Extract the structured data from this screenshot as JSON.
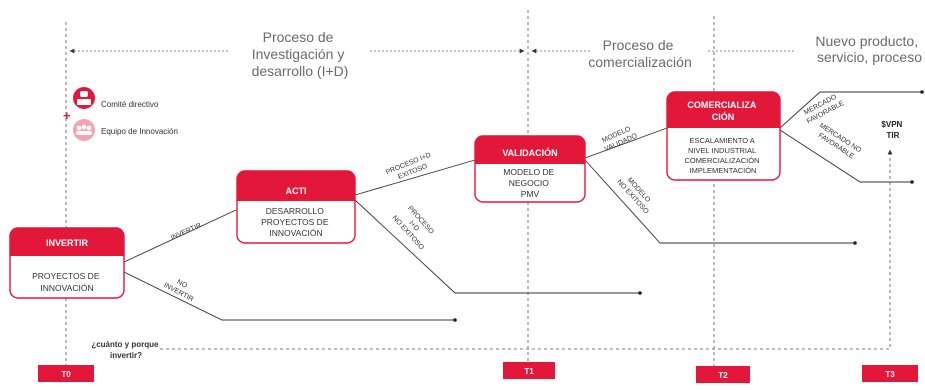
{
  "phases": {
    "id": [
      "Proceso de",
      "Investigación y",
      "desarrollo (I+D)"
    ],
    "com": [
      "Proceso de",
      "comercialización"
    ],
    "new": [
      "Nuevo producto,",
      "servicio, proceso"
    ]
  },
  "legend": {
    "item1": "Comité directivo",
    "plus": "+",
    "item2": "Equipo de Innovación"
  },
  "boxes": {
    "invertir": {
      "title": "INVERTIR",
      "body": [
        "PROYECTOS DE",
        "INNOVACIÓN"
      ]
    },
    "acti": {
      "title": "ACTI",
      "body": [
        "DESARROLLO",
        "PROYECTOS DE",
        "INNOVACIÓN"
      ]
    },
    "validacion": {
      "title": "VALIDACIÓN",
      "body": [
        "MODELO DE",
        "NEGOCIO",
        "PMV"
      ]
    },
    "comercializacion": {
      "title": [
        "COMERCIALIZA",
        "CIÓN"
      ],
      "body": [
        "ESCALAMIENTO A",
        "NIVEL INDUSTRIAL",
        "COMERCIALIZACIÓN",
        "IMPLEMENTACIÓN"
      ]
    }
  },
  "edges": {
    "invertir": "INVERTIR",
    "no_invertir": [
      "NO",
      "INVERTIR"
    ],
    "proceso_exitoso": [
      "PROCESO I+D",
      "EXITOSO"
    ],
    "proceso_no_exitoso": [
      "PROCESO",
      "I+D",
      "NO EXITOSO"
    ],
    "modelo_validado": [
      "MODELO",
      "VALIDADO"
    ],
    "modelo_no_exitoso": [
      "MODELO",
      "NO EXITOSO"
    ],
    "mercado_favorable": [
      "MERCADO",
      "FAVORABLE"
    ],
    "mercado_no_favorable": [
      "MERCADO NO",
      "FAVORABLE"
    ]
  },
  "result": [
    "$VPN",
    "TIR"
  ],
  "question": [
    "¿cuánto y porque",
    "invertir?"
  ],
  "timeline": [
    "T0",
    "T1",
    "T2",
    "T3"
  ],
  "colors": {
    "accent": "#e3173a",
    "accent_light": "#f4a3b0",
    "line": "#333333",
    "dash": "#555555"
  }
}
